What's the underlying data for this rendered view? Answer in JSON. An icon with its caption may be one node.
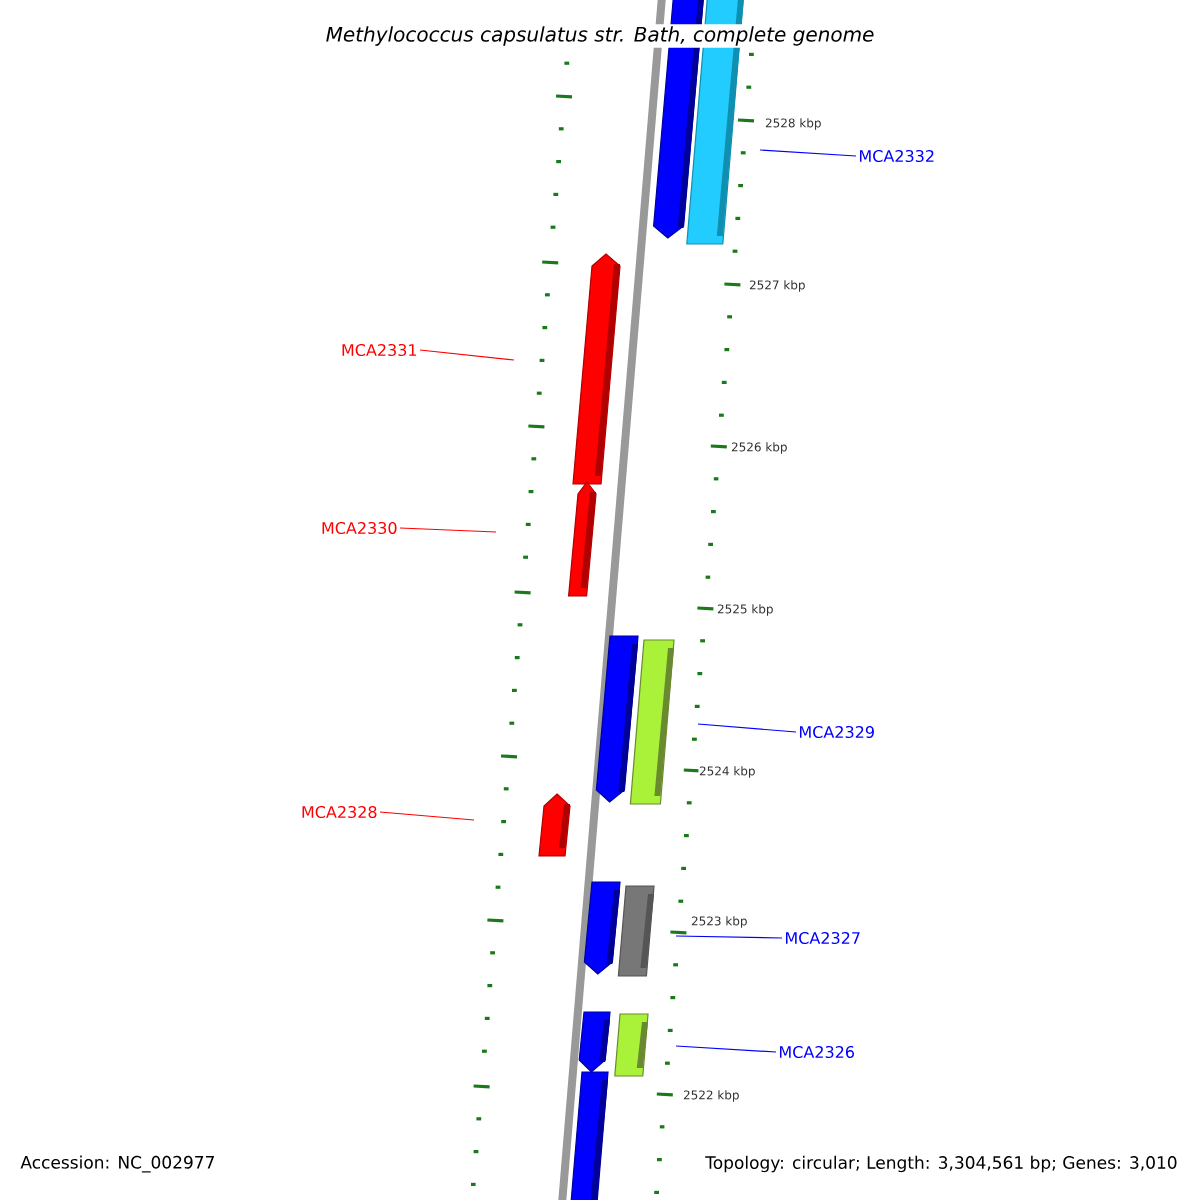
{
  "diagram": {
    "title": "Methylococcus capsulatus str. Bath, complete genome",
    "nodes": [
      {
        "text": [
          "MCA2332"
        ]
      },
      {
        "text": [
          "MCA2331"
        ]
      },
      {
        "text": [
          "MCA2330"
        ]
      },
      {
        "text": [
          "MCA2329"
        ]
      },
      {
        "text": [
          "MCA2328"
        ]
      },
      {
        "text": [
          "MCA2327"
        ]
      },
      {
        "text": [
          "MCA2326"
        ]
      }
    ],
    "edges": [
      {
        "from": 0,
        "to": null,
        "arrow": "none"
      },
      {
        "from": 1,
        "to": null,
        "arrow": "none",
        "color": "#ff0000"
      },
      {
        "from": 2,
        "to": null,
        "arrow": "none",
        "color": "#ff0000"
      },
      {
        "from": 3,
        "to": null,
        "arrow": "none"
      },
      {
        "from": 4,
        "to": null,
        "arrow": "none",
        "color": "#ff0000"
      },
      {
        "from": 5,
        "to": null,
        "arrow": "none"
      },
      {
        "from": 6,
        "to": null,
        "arrow": "none"
      }
    ],
    "labels": [
      "2528 kbp",
      "2527 kbp",
      "2526 kbp",
      "2525 kbp",
      "2524 kbp",
      "2523 kbp",
      "2522 kbp",
      "Accession: NC_002977",
      "Topology: circular; Length: 3,304,561 bp; Genes: 3,010"
    ]
  }
}
